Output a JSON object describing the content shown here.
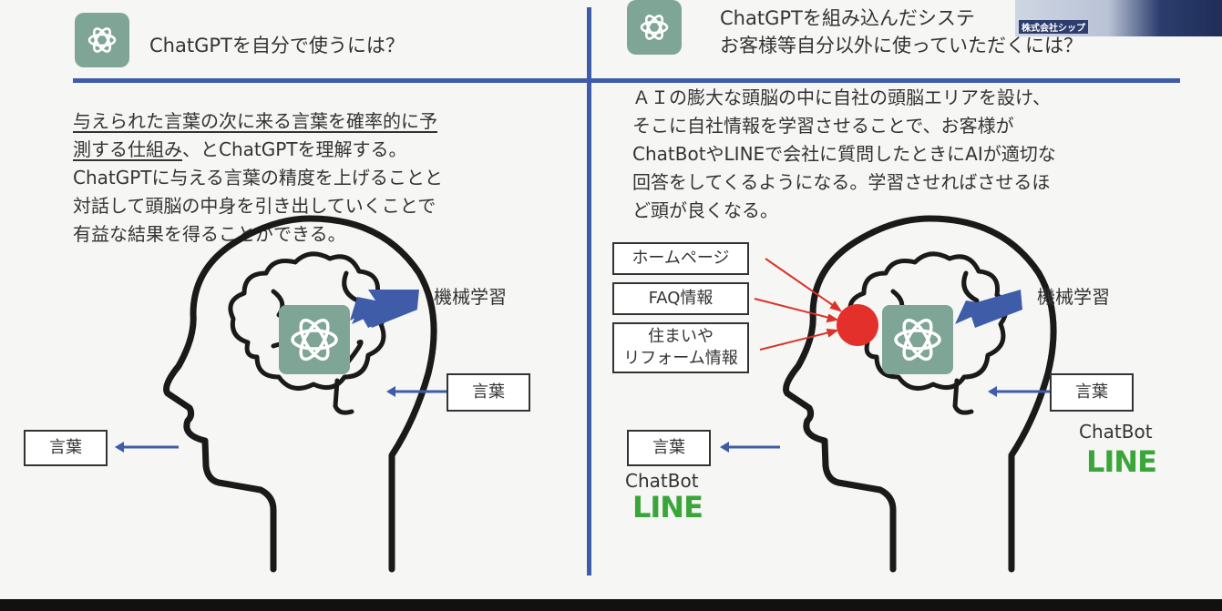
{
  "left": {
    "heading": "ChatGPTを自分で使うには？",
    "paragraph": {
      "line1": "与えられた言葉の次に来る言葉を確率的に予",
      "line2_underlined": "測する仕組み",
      "line2_rest": "、とChatGPTを理解する。",
      "line3": "ChatGPTに与える言葉の精度を上げることと",
      "line4": "対話して頭脳の中身を引き出していくことで",
      "line5": "有益な結果を得ることができる。"
    },
    "machine_learning": "機械学習",
    "input_word": "言葉",
    "output_word": "言葉"
  },
  "right": {
    "heading_line1": "ChatGPTを組み込んだシステ",
    "heading_line2": "お客様等自分以外に使っていただくには？",
    "paragraph": {
      "line1": "ＡＩの膨大な頭脳の中に自社の頭脳エリアを設け、",
      "line2": "そこに自社情報を学習させることで、お客様が",
      "line3": "ChatBotやLINEで会社に質問したときにAIが適切な",
      "line4": "回答をしてくるようになる。学習させればさせるほ",
      "line5": "ど頭が良くなる。"
    },
    "sources": {
      "homepage": "ホームページ",
      "faq": "FAQ情報",
      "housing_line1": "住まいや",
      "housing_line2": "リフォーム情報"
    },
    "machine_learning": "機械学習",
    "input_word": "言葉",
    "input_channel_chatbot": "ChatBot",
    "input_channel_line": "LINE",
    "output_word": "言葉",
    "output_channel_chatbot": "ChatBot",
    "output_channel_line": "LINE"
  },
  "video_overlay": {
    "label": "株式会社シップ"
  },
  "colors": {
    "divider": "#3f5ca8",
    "logo_tile": "#7fa597",
    "arrow_blue": "#3f5ca8",
    "red_dot": "#e4302a",
    "line_green": "#3aa63a"
  }
}
